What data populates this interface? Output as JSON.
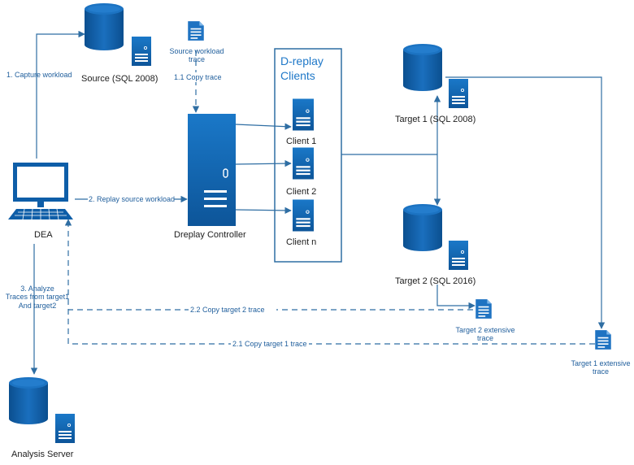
{
  "labels": {
    "source": "Source (SQL 2008)",
    "source_trace": "Source workload\ntrace",
    "copy_trace": "1.1 Copy trace",
    "capture": "1. Capture workload",
    "dreplay_clients": "D-replay\nClients",
    "client1": "Client 1",
    "client2": "Client 2",
    "clientn": "Client n",
    "controller": "Dreplay Controller",
    "replay": "2. Replay source workload",
    "dea": "DEA",
    "target1": "Target 1 (SQL 2008)",
    "target2": "Target 2 (SQL 2016)",
    "target2_trace": "Target 2 extensive\ntrace",
    "target1_trace": "Target 1 extensive\ntrace",
    "analyze": "3. Analyze\nTraces from target1\nAnd target2",
    "copy_t2": "2.2 Copy target 2 trace",
    "copy_t1": "2.1 Copy target 1 trace",
    "analysis_server": "Analysis Server"
  },
  "colors": {
    "primary": "#0e5ea8",
    "dark": "#0b4f8f",
    "line": "#2f6ea3",
    "label_blue": "#1f5e9c",
    "accent": "#1f78c8"
  }
}
